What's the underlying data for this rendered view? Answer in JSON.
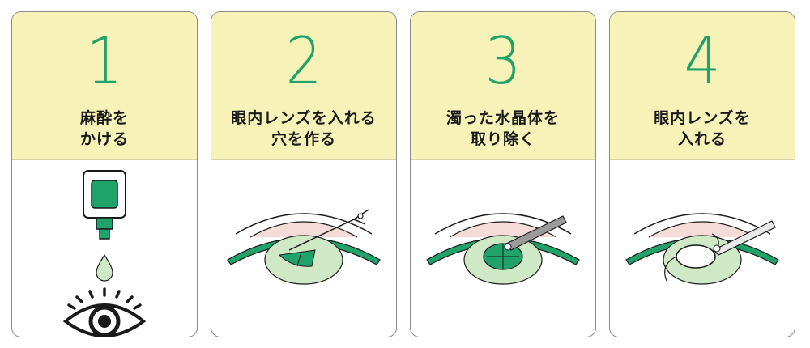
{
  "steps": [
    {
      "number": "1",
      "line1": "麻酔を",
      "line2": "かける",
      "illustration": "eyedrop-and-eye-icon"
    },
    {
      "number": "2",
      "line1": "眼内レンズを入れる",
      "line2": "穴を作る",
      "illustration": "eye-incision-icon"
    },
    {
      "number": "3",
      "line1": "濁った水晶体を",
      "line2": "取り除く",
      "illustration": "eye-lens-removal-icon"
    },
    {
      "number": "4",
      "line1": "眼内レンズを",
      "line2": "入れる",
      "illustration": "eye-lens-insertion-icon"
    }
  ],
  "colors": {
    "accent_green": "#1fa36a",
    "header_yellow": "#f7f2b8",
    "lens_green": "#cfe9c7",
    "iris_pink": "#f6dcd8"
  }
}
